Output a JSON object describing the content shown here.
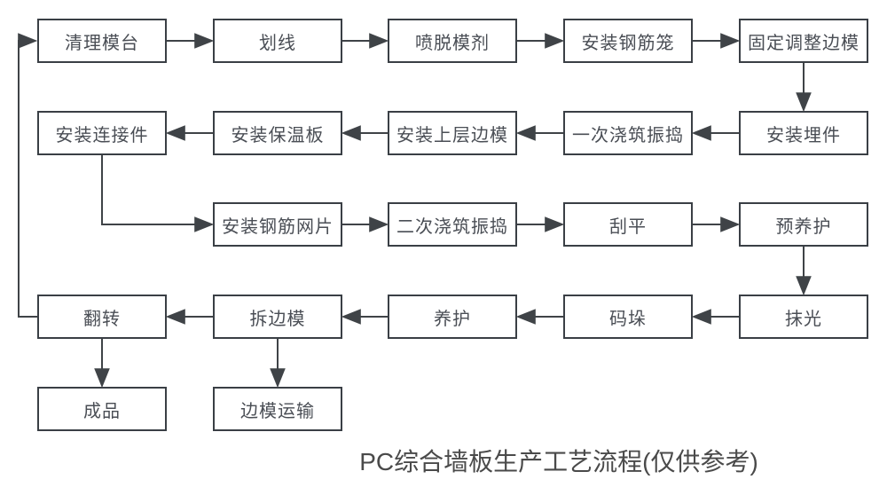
{
  "title": "PC综合墙板生产工艺流程(仅供参考)",
  "colors": {
    "box_border": "#3a3f45",
    "box_text": "#4a4e55",
    "connector": "#3f4347",
    "title_text": "#4a4a4a",
    "background": "#ffffff"
  },
  "nodes": [
    {
      "id": "clean-platform",
      "label": "清理模台"
    },
    {
      "id": "marking",
      "label": "划线"
    },
    {
      "id": "spray-release-agent",
      "label": "喷脱模剂"
    },
    {
      "id": "install-rebar-cage",
      "label": "安装钢筋笼"
    },
    {
      "id": "fix-adjust-side-mold",
      "label": "固定调整边模"
    },
    {
      "id": "install-embedded-parts",
      "label": "安装埋件"
    },
    {
      "id": "first-pour-vibrate",
      "label": "一次浇筑振捣"
    },
    {
      "id": "install-upper-side-mold",
      "label": "安装上层边模"
    },
    {
      "id": "install-insulation",
      "label": "安装保温板"
    },
    {
      "id": "install-connectors",
      "label": "安装连接件"
    },
    {
      "id": "install-rebar-mesh",
      "label": "安装钢筋网片"
    },
    {
      "id": "second-pour-vibrate",
      "label": "二次浇筑振捣"
    },
    {
      "id": "screeding",
      "label": "刮平"
    },
    {
      "id": "pre-curing",
      "label": "预养护"
    },
    {
      "id": "troweling",
      "label": "抹光"
    },
    {
      "id": "stacking",
      "label": "码垛"
    },
    {
      "id": "curing",
      "label": "养护"
    },
    {
      "id": "remove-side-mold",
      "label": "拆边模"
    },
    {
      "id": "turn-over",
      "label": "翻转"
    },
    {
      "id": "finished-product",
      "label": "成品"
    },
    {
      "id": "side-mold-transport",
      "label": "边模运输"
    }
  ],
  "edges": [
    {
      "from": "clean-platform",
      "to": "marking"
    },
    {
      "from": "marking",
      "to": "spray-release-agent"
    },
    {
      "from": "spray-release-agent",
      "to": "install-rebar-cage"
    },
    {
      "from": "install-rebar-cage",
      "to": "fix-adjust-side-mold"
    },
    {
      "from": "fix-adjust-side-mold",
      "to": "install-embedded-parts"
    },
    {
      "from": "install-embedded-parts",
      "to": "first-pour-vibrate"
    },
    {
      "from": "first-pour-vibrate",
      "to": "install-upper-side-mold"
    },
    {
      "from": "install-upper-side-mold",
      "to": "install-insulation"
    },
    {
      "from": "install-insulation",
      "to": "install-connectors"
    },
    {
      "from": "install-connectors",
      "to": "install-rebar-mesh"
    },
    {
      "from": "install-rebar-mesh",
      "to": "second-pour-vibrate"
    },
    {
      "from": "second-pour-vibrate",
      "to": "screeding"
    },
    {
      "from": "screeding",
      "to": "pre-curing"
    },
    {
      "from": "pre-curing",
      "to": "troweling"
    },
    {
      "from": "troweling",
      "to": "stacking"
    },
    {
      "from": "stacking",
      "to": "curing"
    },
    {
      "from": "curing",
      "to": "remove-side-mold"
    },
    {
      "from": "remove-side-mold",
      "to": "turn-over"
    },
    {
      "from": "turn-over",
      "to": "finished-product"
    },
    {
      "from": "remove-side-mold",
      "to": "side-mold-transport"
    },
    {
      "from": "turn-over",
      "to": "clean-platform"
    }
  ]
}
